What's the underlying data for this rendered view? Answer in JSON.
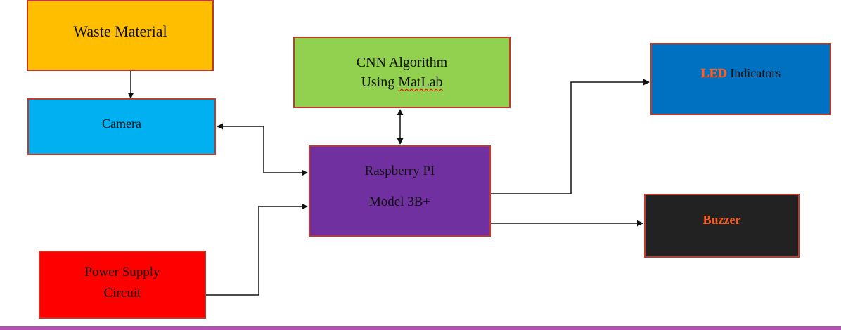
{
  "blocks": {
    "waste": {
      "label": "Waste Material",
      "color": "#ffbf00"
    },
    "camera": {
      "label": "Camera",
      "color": "#00b0f0"
    },
    "cnn": {
      "line1": "CNN Algorithm",
      "line2_prefix": "Using ",
      "line2_marked": "MatLab",
      "color": "#92d050"
    },
    "pi": {
      "line1": "Raspberry PI",
      "line2": "Model 3B+",
      "color": "#7030a0"
    },
    "led": {
      "highlight": "LED",
      "rest": " Indicators",
      "color": "#0070c0"
    },
    "buzzer": {
      "label": "Buzzer",
      "color": "#222222"
    },
    "power": {
      "line1": "Power Supply",
      "line2": "Circuit",
      "color": "#ff0000"
    }
  },
  "connections": [
    {
      "from": "waste",
      "to": "camera",
      "direction": "one-way"
    },
    {
      "from": "camera",
      "to": "pi",
      "direction": "two-way"
    },
    {
      "from": "cnn",
      "to": "pi",
      "direction": "two-way"
    },
    {
      "from": "power",
      "to": "pi",
      "direction": "one-way"
    },
    {
      "from": "pi",
      "to": "led",
      "direction": "one-way"
    },
    {
      "from": "pi",
      "to": "buzzer",
      "direction": "one-way"
    }
  ]
}
